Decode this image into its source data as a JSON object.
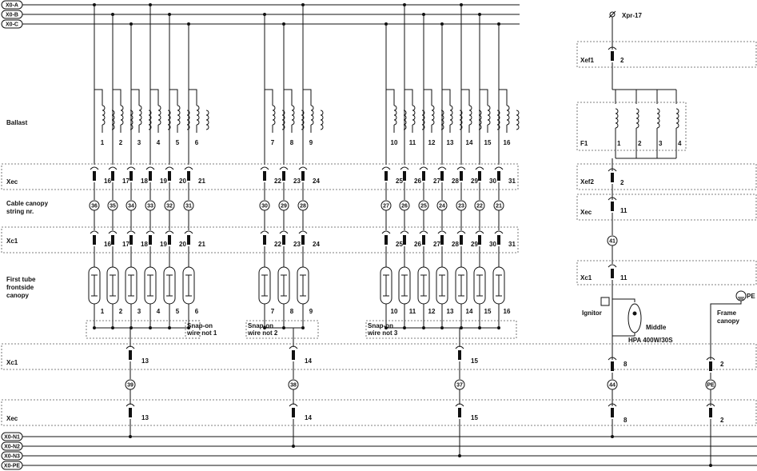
{
  "buses": {
    "top": [
      "X0-A",
      "X0-B",
      "X0-C"
    ],
    "bottom": [
      "X0-N1",
      "X0-N2",
      "X0-N3",
      "X0-PE"
    ]
  },
  "rows": {
    "ballast": "Ballast",
    "xec": "Xec",
    "cable_canopy_1": "Cable canopy",
    "cable_canopy_2": "string nr.",
    "xc1": "Xc1",
    "first_tube_1": "First tube",
    "first_tube_2": "frontside",
    "first_tube_3": "canopy",
    "xc1_lower": "Xc1",
    "xec_lower": "Xec"
  },
  "groups": [
    {
      "ballast": [
        "1",
        "2",
        "3",
        "4",
        "5",
        "6"
      ],
      "xec": [
        "16",
        "17",
        "18",
        "19",
        "20",
        "21"
      ],
      "cable": [
        "36",
        "35",
        "34",
        "33",
        "32",
        "31"
      ],
      "xc1": [
        "16",
        "17",
        "18",
        "19",
        "20",
        "21"
      ],
      "tubes": [
        "1",
        "2",
        "3",
        "4",
        "5",
        "6"
      ],
      "snap_1": "Snap-on",
      "snap_2": "wire not 1",
      "xc1_lower": "13",
      "cable_lower": "39",
      "xec_lower": "13"
    },
    {
      "ballast": [
        "7",
        "8",
        "9"
      ],
      "xec": [
        "22",
        "23",
        "24"
      ],
      "cable": [
        "30",
        "29",
        "28"
      ],
      "xc1": [
        "22",
        "23",
        "24"
      ],
      "tubes": [
        "7",
        "8",
        "9"
      ],
      "snap_1": "Snap-on",
      "snap_2": "wire not 2",
      "xc1_lower": "14",
      "cable_lower": "38",
      "xec_lower": "14"
    },
    {
      "ballast": [
        "10",
        "11",
        "12",
        "13",
        "14",
        "15",
        "16"
      ],
      "xec": [
        "25",
        "26",
        "27",
        "28",
        "29",
        "30",
        "31"
      ],
      "cable": [
        "27",
        "26",
        "25",
        "24",
        "23",
        "22",
        "21"
      ],
      "xc1": [
        "25",
        "26",
        "27",
        "28",
        "29",
        "30",
        "31"
      ],
      "tubes": [
        "10",
        "11",
        "12",
        "13",
        "14",
        "15",
        "16"
      ],
      "snap_1": "Snap-on",
      "snap_2": "wire not 3",
      "xc1_lower": "15",
      "cable_lower": "37",
      "xec_lower": "15"
    }
  ],
  "right": {
    "xpr": "Xpr-17",
    "xef1": "Xef1",
    "xef1_num": "2",
    "f1": "F1",
    "f1_nums": [
      "1",
      "2",
      "3",
      "4"
    ],
    "xef2": "Xef2",
    "xef2_num": "2",
    "xec": "Xec",
    "xec_num": "11",
    "cable": "41",
    "xc1": "Xc1",
    "xc1_num": "11",
    "ignitor": "Ignitor",
    "middle": "Middle",
    "hpa": "HPA 400W/30S",
    "pe": "PE",
    "frame_1": "Frame",
    "frame_2": "canopy",
    "lamp_xc1": "8",
    "lamp_cable": "44",
    "lamp_xec": "8",
    "pe_xc1": "2",
    "pe_cable": "PE",
    "pe_xec": "2"
  }
}
